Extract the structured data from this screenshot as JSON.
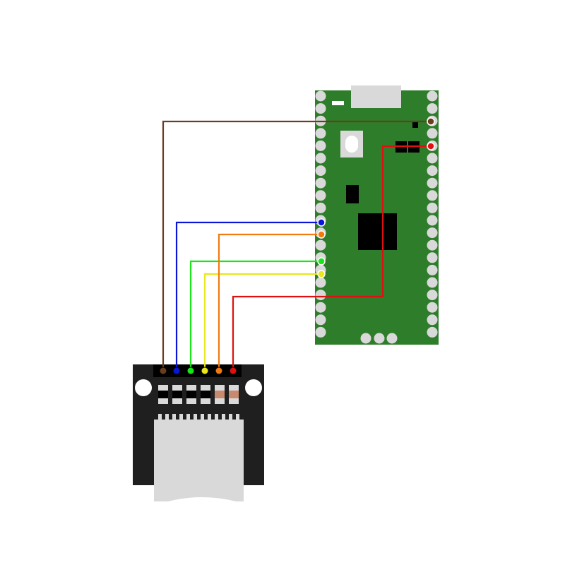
{
  "colors": {
    "background": "#ffffff",
    "board_green": "#2e7d2a",
    "board_dark": "#1f1f1f",
    "pad": "#d9d9d9",
    "chip": "#000000",
    "card_slot": "#d9d9d9",
    "resistor": "#c9896e"
  },
  "wires": [
    {
      "name": "wire-brown",
      "color": "#6b3d1f"
    },
    {
      "name": "wire-blue",
      "color": "#0a15d8"
    },
    {
      "name": "wire-green",
      "color": "#19e619"
    },
    {
      "name": "wire-yellow",
      "color": "#e8e81a"
    },
    {
      "name": "wire-orange",
      "color": "#f07a10"
    },
    {
      "name": "wire-red",
      "color": "#e01010"
    }
  ],
  "icons": {
    "mcu_board": "microcontroller-board-icon",
    "sd_module": "sd-card-module-icon",
    "usb_connector": "usb-connector-icon",
    "chip": "chip-icon"
  }
}
